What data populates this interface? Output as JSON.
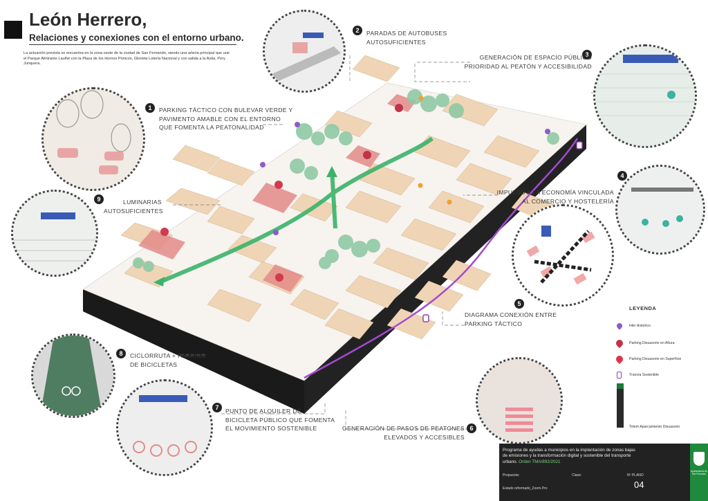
{
  "header": {
    "title": "León Herrero,",
    "subtitle": "Relaciones y conexiones con el entorno urbano.",
    "intro": "La actuación prevista se encuentra en la zona oeste de la ciudad de San Fernando, siendo una arteria principal que une el Parque Almirante Laulhé con la Plaza de los Hornos Púnicos, Glorieta Lotería Nacional y con salida a la Avda. Pery Junquera."
  },
  "callouts": [
    {
      "num": "1",
      "lines": [
        "PARKING TÁCTICO CON BULEVAR VERDE Y",
        "PAVIMENTO AMABLE CON EL ENTORNO",
        "QUE FOMENTA LA PEATONALIDAD"
      ]
    },
    {
      "num": "2",
      "lines": [
        "PARADAS DE AUTOBUSES",
        "AUTOSUFICIENTES"
      ]
    },
    {
      "num": "3",
      "lines": [
        "GENERACIÓN DE ESPACIO PÚBLICO",
        "PRIORIDAD AL PEATÓN Y ACCESIBILIDAD"
      ]
    },
    {
      "num": "4",
      "lines": [
        "IMPULSO A LA ECONOMÍA VINCULADA",
        "AL COMERCIO Y HOSTELERÍA"
      ]
    },
    {
      "num": "5",
      "lines": [
        "DIAGRAMA CONEXIÓN ENTRE",
        "PARKING TÁCTICO"
      ]
    },
    {
      "num": "6",
      "lines": [
        "GENERACIÓN DE PASOS DE PEATONES",
        "ELEVADOS Y ACCESIBLES"
      ]
    },
    {
      "num": "7",
      "lines": [
        "PUNTO DE ALQUILER DE",
        "BICICLETA PÚBLICO QUE FOMENTA",
        "EL MOVIMIENTO SOSTENIBLE"
      ]
    },
    {
      "num": "8",
      "lines": [
        "CICLORRUTA + PARKING",
        "DE BICICLETAS"
      ]
    },
    {
      "num": "9",
      "lines": [
        "LUMINARIAS",
        "AUTOSUFICIENTES"
      ]
    }
  ],
  "legend": {
    "title": "LEYENDA",
    "items": [
      {
        "label": "Hito Histórico",
        "icon": "landmark-pin-icon",
        "color": "#8e5bc9"
      },
      {
        "label": "Parking Disuasorio en Altura",
        "icon": "parking-height-pin-icon",
        "color": "#c0344a"
      },
      {
        "label": "Parking Disuasorio en Superficie",
        "icon": "parking-surface-pin-icon",
        "color": "#e0344d"
      },
      {
        "label": "Tranvía Sostenible",
        "icon": "tram-icon",
        "color": "#8e44ad"
      },
      {
        "label": "Totem Aparcamiento Disuasorio",
        "icon": "parking-totem-icon",
        "color": "#1f7a3c"
      }
    ]
  },
  "footer": {
    "program_text": "Programa de ayudas a municipios en la implantación de zonas bajas de emisiones y la transformación digital y sostenible del transporte urbano.",
    "program_code": "Orden TMA/892/2021",
    "propuesta_label": "Propuesta:",
    "clase_label": "Clase:",
    "plano_label": "Nº PLANO",
    "plano_value": "04",
    "estado_label": "Estado reformado_Zoom.Pro",
    "logo_caption": "Ayuntamiento de San Fernando"
  },
  "colors": {
    "green_axis": "#3bb36a",
    "tram_line": "#a34ad1",
    "building": "#efd5b5",
    "parking_area": "#e38b88",
    "base_edge": "#1a1a1a",
    "footer_bg": "#222222",
    "logo_green": "#1f8a3c"
  }
}
